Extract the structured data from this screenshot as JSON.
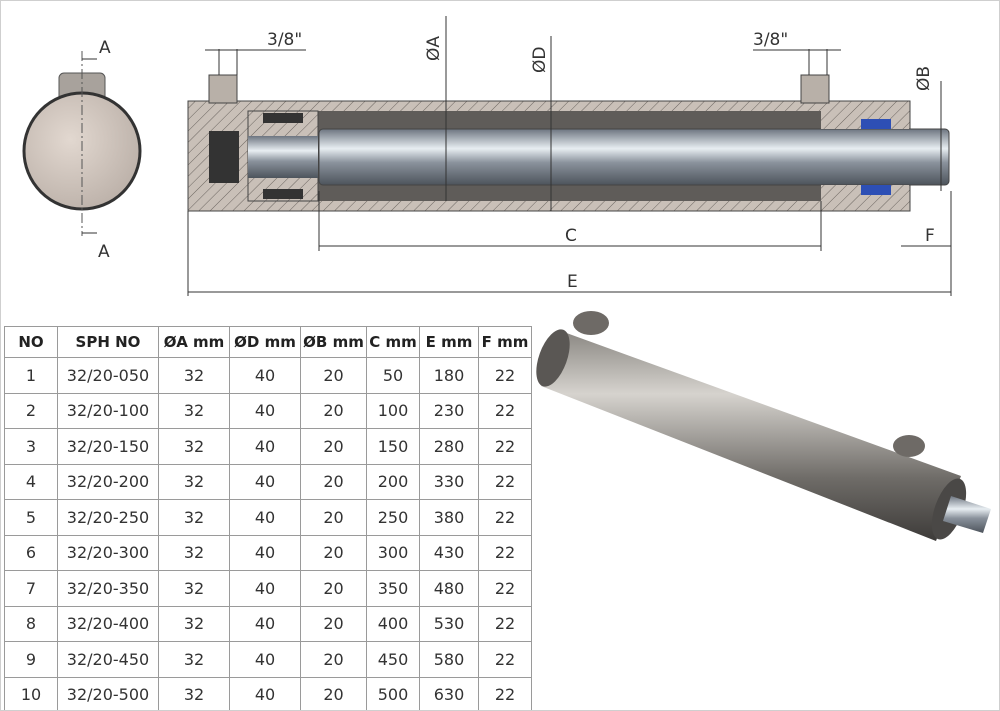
{
  "drawing": {
    "section_labels": [
      "A",
      "A"
    ],
    "port_size_left": "3/8\"",
    "port_size_right": "3/8\"",
    "dim_a": "ØA",
    "dim_d": "ØD",
    "dim_b": "ØB",
    "dim_c": "C",
    "dim_e": "E",
    "dim_f": "F"
  },
  "table": {
    "headers": [
      "NO",
      "SPH NO",
      "ØA mm",
      "ØD mm",
      "ØB mm",
      "C mm",
      "E mm",
      "F mm"
    ],
    "rows": [
      [
        "1",
        "32/20-050",
        "32",
        "40",
        "20",
        "50",
        "180",
        "22"
      ],
      [
        "2",
        "32/20-100",
        "32",
        "40",
        "20",
        "100",
        "230",
        "22"
      ],
      [
        "3",
        "32/20-150",
        "32",
        "40",
        "20",
        "150",
        "280",
        "22"
      ],
      [
        "4",
        "32/20-200",
        "32",
        "40",
        "20",
        "200",
        "330",
        "22"
      ],
      [
        "5",
        "32/20-250",
        "32",
        "40",
        "20",
        "250",
        "380",
        "22"
      ],
      [
        "6",
        "32/20-300",
        "32",
        "40",
        "20",
        "300",
        "430",
        "22"
      ],
      [
        "7",
        "32/20-350",
        "32",
        "40",
        "20",
        "350",
        "480",
        "22"
      ],
      [
        "8",
        "32/20-400",
        "32",
        "40",
        "20",
        "400",
        "530",
        "22"
      ],
      [
        "9",
        "32/20-450",
        "32",
        "40",
        "20",
        "450",
        "580",
        "22"
      ],
      [
        "10",
        "32/20-500",
        "32",
        "40",
        "20",
        "500",
        "630",
        "22"
      ]
    ]
  }
}
